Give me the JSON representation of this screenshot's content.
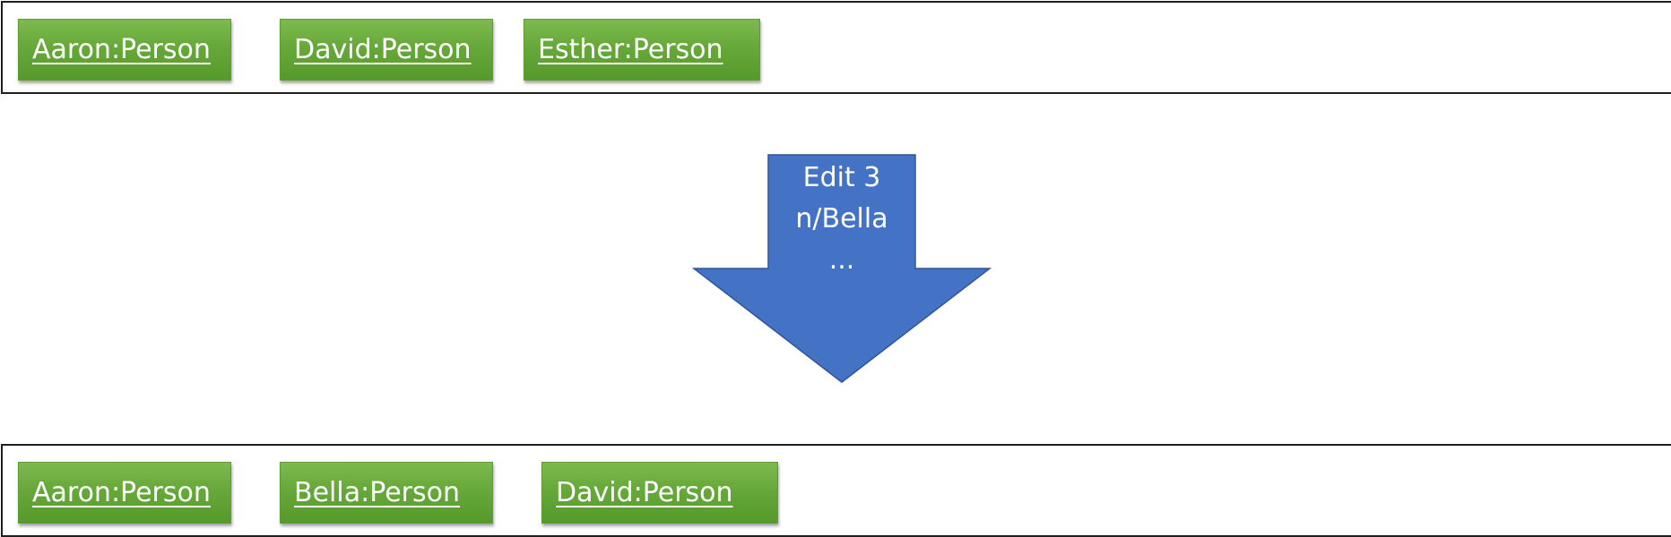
{
  "before_list": {
    "items": [
      {
        "label": "Aaron:Person"
      },
      {
        "label": "David:Person"
      },
      {
        "label": "Esther:Person"
      }
    ]
  },
  "command": {
    "lines": [
      "Edit 3",
      "n/Bella",
      "..."
    ]
  },
  "after_list": {
    "items": [
      {
        "label": "Aaron:Person"
      },
      {
        "label": "Bella:Person"
      },
      {
        "label": "David:Person"
      }
    ]
  },
  "colors": {
    "person_fill": "#67a83a",
    "arrow_fill": "#4472c4",
    "arrow_stroke": "#2f5597",
    "frame_border": "#1f1f1f"
  }
}
